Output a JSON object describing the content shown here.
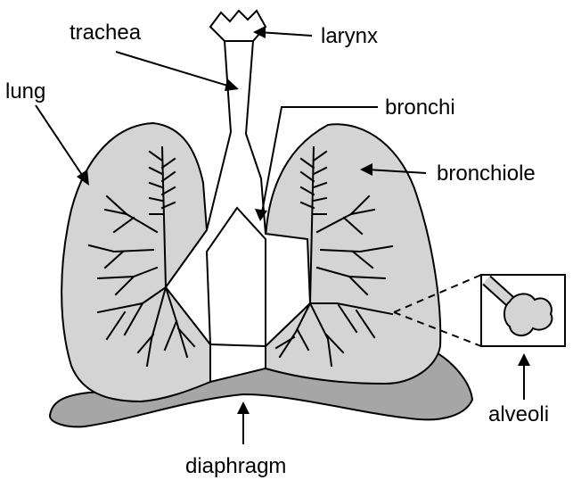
{
  "labels": {
    "trachea": "trachea",
    "larynx": "larynx",
    "lung": "lung",
    "bronchi": "bronchi",
    "bronchiole": "bronchiole",
    "alveoli": "alveoli",
    "diaphragm": "diaphragm"
  },
  "colors": {
    "lung_fill": "#d4d4d4",
    "diaphragm_fill": "#a6a6a6",
    "outline": "#000000",
    "background": "#ffffff"
  }
}
